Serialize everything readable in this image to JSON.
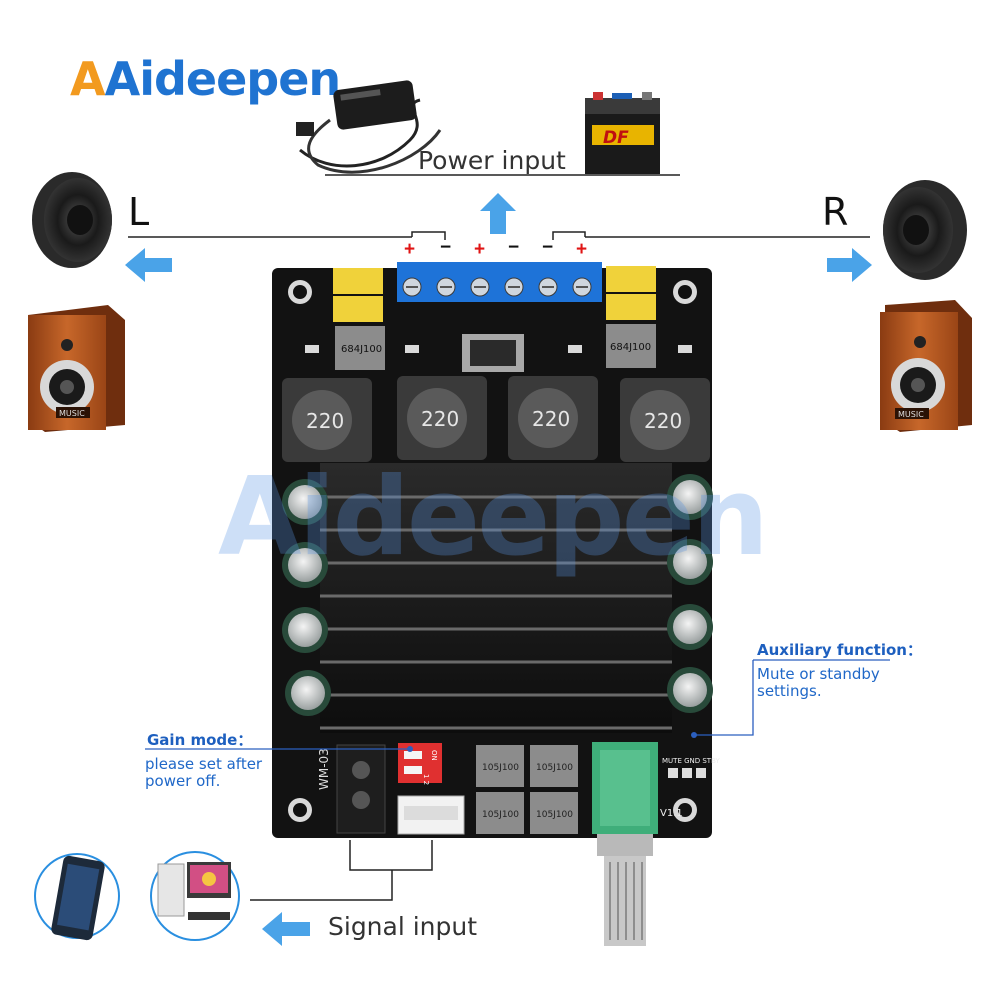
{
  "brand": {
    "logo": "Aideepen",
    "watermark": "Aideepen"
  },
  "channels": {
    "left": "L",
    "right": "R"
  },
  "power_label": "Power input",
  "signal_label": "Signal input",
  "terminal_polarity": [
    "+",
    "−",
    "+",
    "−",
    "−",
    "+"
  ],
  "gain": {
    "title": "Gain mode：",
    "note_line1": "please set after",
    "note_line2": "power off."
  },
  "aux": {
    "title": "Auxiliary function：",
    "note_line1": "Mute or standby",
    "note_line2": "settings."
  },
  "board": {
    "capacitor_left": "684J100",
    "capacitor_right": "684J100",
    "inductor_marking": "220",
    "model": "WM-03",
    "version": "V1.1",
    "header_pins": "MUTE GND STBY",
    "relay_marking": "105J100",
    "dip_on": "ON",
    "dip_numbers": "1 2"
  },
  "speaker_label_left": "MUSIC",
  "speaker_label_right": "MUSIC",
  "battery_brand": "DF",
  "colors": {
    "accent_blue": "#3a9ae0",
    "brand_blue": "#1f73d1",
    "brand_orange": "#f29a1f",
    "terminal_blue": "#1e73d8",
    "plus_red": "#e01515"
  }
}
